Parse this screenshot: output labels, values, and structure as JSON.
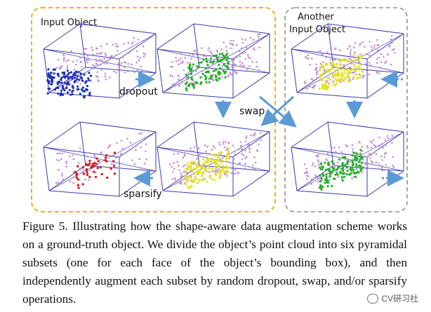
{
  "figure": {
    "panel_left_label": "Input Object",
    "panel_right_label_line1": "Another",
    "panel_right_label_line2": "Input Object",
    "op_dropout": "dropout",
    "op_swap": "swap",
    "op_sparsify": "sparsify",
    "colors": {
      "panel_left_border": "#f0b020",
      "panel_right_border": "#909090",
      "box": "#3a3ab0",
      "arrow": "#5b9bd5",
      "points_base": "#c78bd6",
      "subset_blue": "#1a2fb5",
      "subset_green": "#22b022",
      "subset_yellow": "#e2e21e",
      "subset_red": "#d02020"
    }
  },
  "caption": {
    "text": "Figure 5. Illustrating how the shape-aware data augmentation scheme works on a ground-truth object.  We divide the object’s point cloud into six pyramidal subsets (one for each face of the object’s bounding box), and then independently augment each subset by random dropout, swap, and/or sparsify operations."
  },
  "watermark": {
    "text": "CV研习社"
  }
}
